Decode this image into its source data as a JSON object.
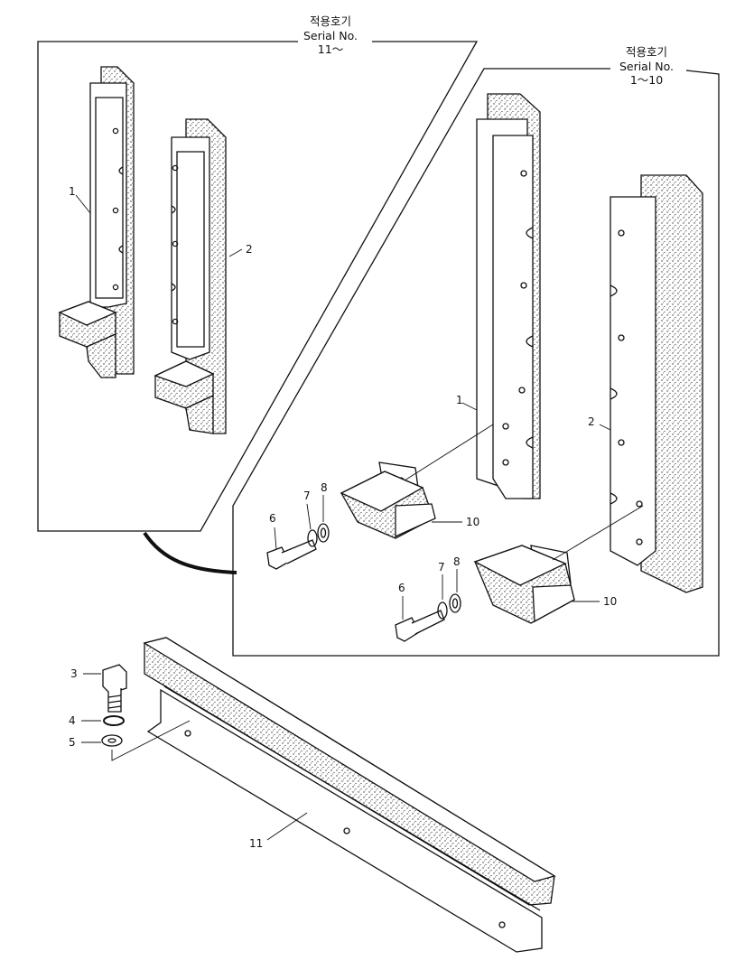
{
  "left_panel": {
    "header_korean": "적용호기",
    "header_serial": "Serial No.",
    "header_range": "11～",
    "callouts": [
      "1",
      "2"
    ]
  },
  "right_panel": {
    "header_korean": "적용호기",
    "header_serial": "Serial No.",
    "header_range": "1～10",
    "callouts": [
      "1",
      "2",
      "6",
      "7",
      "8",
      "10",
      "6",
      "7",
      "8",
      "10"
    ]
  },
  "bottom_assembly": {
    "callouts": [
      "3",
      "4",
      "5",
      "11"
    ]
  }
}
